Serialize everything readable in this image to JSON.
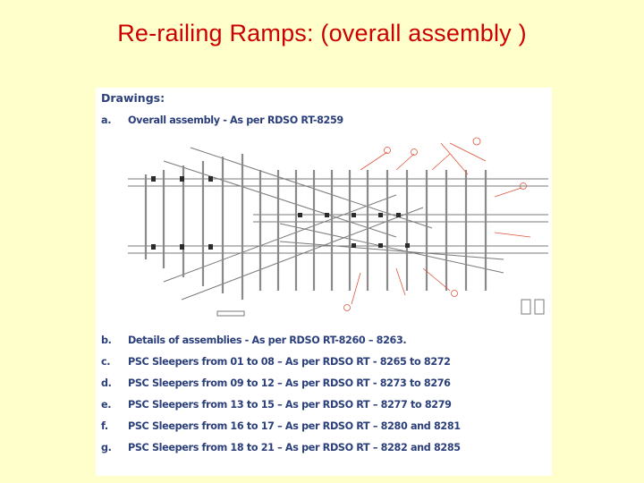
{
  "slide": {
    "title": "Re-railing Ramps: (overall assembly )"
  },
  "document": {
    "heading": "Drawings:",
    "items": [
      {
        "letter": "a.",
        "text": "Overall assembly - As per RDSO RT-8259"
      },
      {
        "letter": "b.",
        "text": "Details of assemblies - As per RDSO RT-8260 – 8263."
      },
      {
        "letter": "c.",
        "text": "PSC Sleepers from 01 to 08 – As per RDSO RT - 8265 to 8272"
      },
      {
        "letter": "d.",
        "text": "PSC Sleepers from 09 to 12 – As per RDSO RT - 8273 to 8276"
      },
      {
        "letter": "e.",
        "text": "PSC Sleepers from 13 to 15 – As per RDSO RT – 8277 to 8279"
      },
      {
        "letter": "f.",
        "text": "PSC Sleepers from 16 to 17 – As per RDSO RT – 8280 and 8281"
      },
      {
        "letter": "g.",
        "text": "PSC Sleepers from 18 to 21 – As per RDSO RT – 8282 and 8285"
      }
    ]
  },
  "colors": {
    "background": "#ffffcc",
    "title": "#cc0000",
    "doc_text": "#2b3f7a",
    "drawing_lines": "#7a7a7a",
    "annotation": "#e0553a"
  },
  "drawing": {
    "description_icon": "turnout-assembly-drawing"
  }
}
